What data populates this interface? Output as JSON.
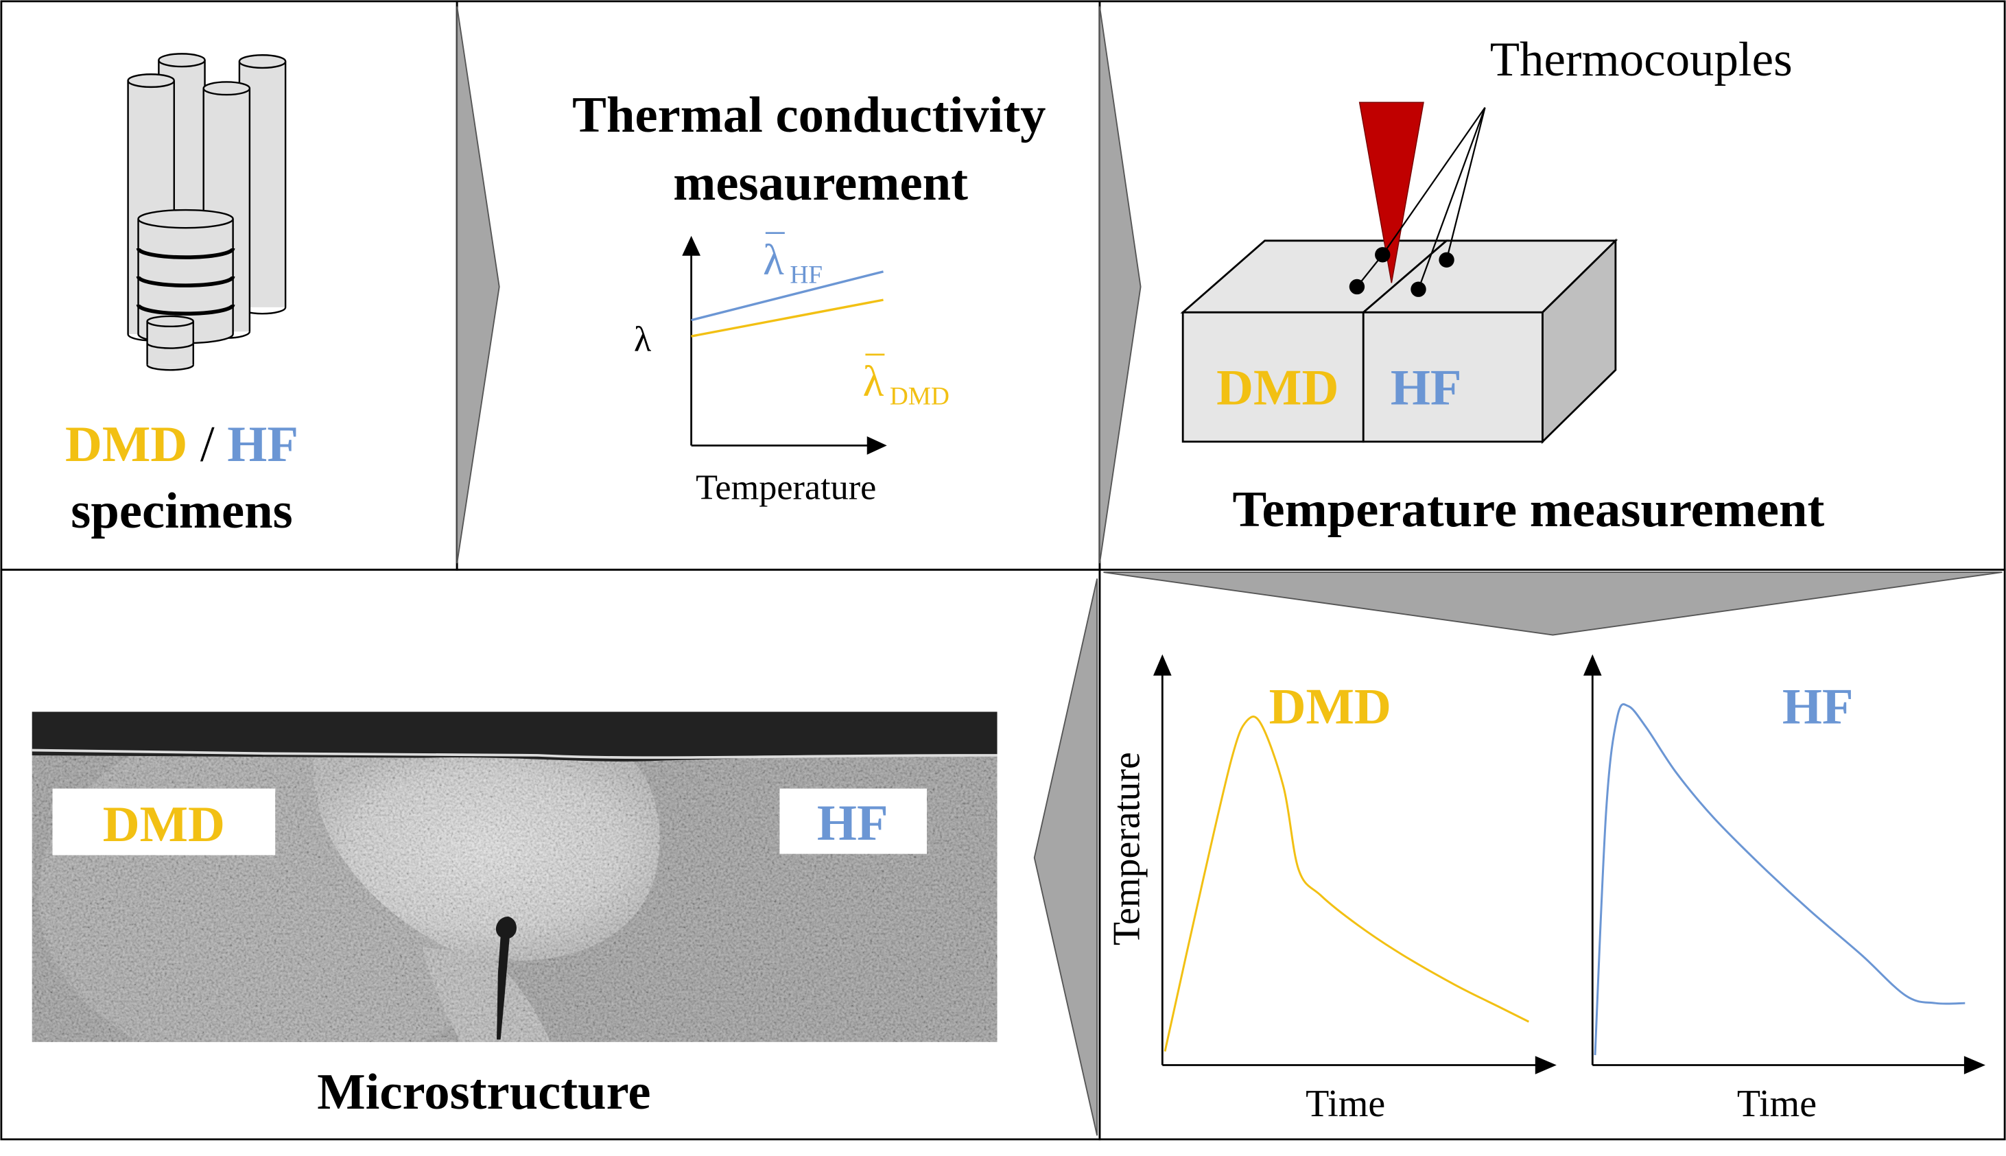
{
  "colors": {
    "dmd": "#f2c013",
    "hf": "#6b96d4",
    "laser": "#c00000",
    "arrow_fill": "#a6a6a6",
    "specimen_fill": "#e0e0e0",
    "block_front": "#e6e6e6",
    "block_side": "#bfbfbf"
  },
  "panel1": {
    "label_dmd": "DMD",
    "label_sep": " / ",
    "label_hf": "HF",
    "label_specimens": "specimens"
  },
  "panel2": {
    "title_line1": "Thermal conductivity",
    "title_line2": "mesaurement",
    "y_label": "λ",
    "x_label": "Temperature",
    "series": [
      {
        "symbol": "λ",
        "subscript": "HF",
        "color_key": "hf",
        "start": 0.62,
        "end": 0.86
      },
      {
        "symbol": "λ",
        "subscript": "DMD",
        "color_key": "dmd",
        "start": 0.54,
        "end": 0.72
      }
    ]
  },
  "panel3": {
    "thermocouples_label": "Thermocouples",
    "block_label_dmd": "DMD",
    "block_label_hf": "HF",
    "caption": "Temperature measurement",
    "laser_icon": "laser-beam-icon"
  },
  "panel4": {
    "label_dmd": "DMD",
    "label_hf": "HF",
    "caption": "Microstructure"
  },
  "chart_data": [
    {
      "type": "line",
      "title": "DMD",
      "xlabel": "Time",
      "ylabel": "Temperature",
      "series": [
        {
          "name": "DMD",
          "color_key": "dmd",
          "x": [
            0.0,
            0.1,
            0.18,
            0.22,
            0.26,
            0.32,
            0.36,
            0.42,
            0.52,
            0.64,
            0.78,
            0.9,
            0.98
          ],
          "y": [
            0.03,
            0.48,
            0.82,
            0.92,
            0.91,
            0.74,
            0.52,
            0.45,
            0.37,
            0.29,
            0.21,
            0.15,
            0.11
          ]
        }
      ]
    },
    {
      "type": "line",
      "title": "HF",
      "xlabel": "Time",
      "ylabel": "",
      "series": [
        {
          "name": "HF",
          "color_key": "hf",
          "x": [
            0.0,
            0.03,
            0.06,
            0.09,
            0.14,
            0.22,
            0.32,
            0.45,
            0.58,
            0.72,
            0.84,
            0.92,
            1.0
          ],
          "y": [
            0.02,
            0.68,
            0.93,
            0.96,
            0.9,
            0.78,
            0.66,
            0.53,
            0.41,
            0.29,
            0.18,
            0.16,
            0.16
          ]
        }
      ]
    }
  ]
}
